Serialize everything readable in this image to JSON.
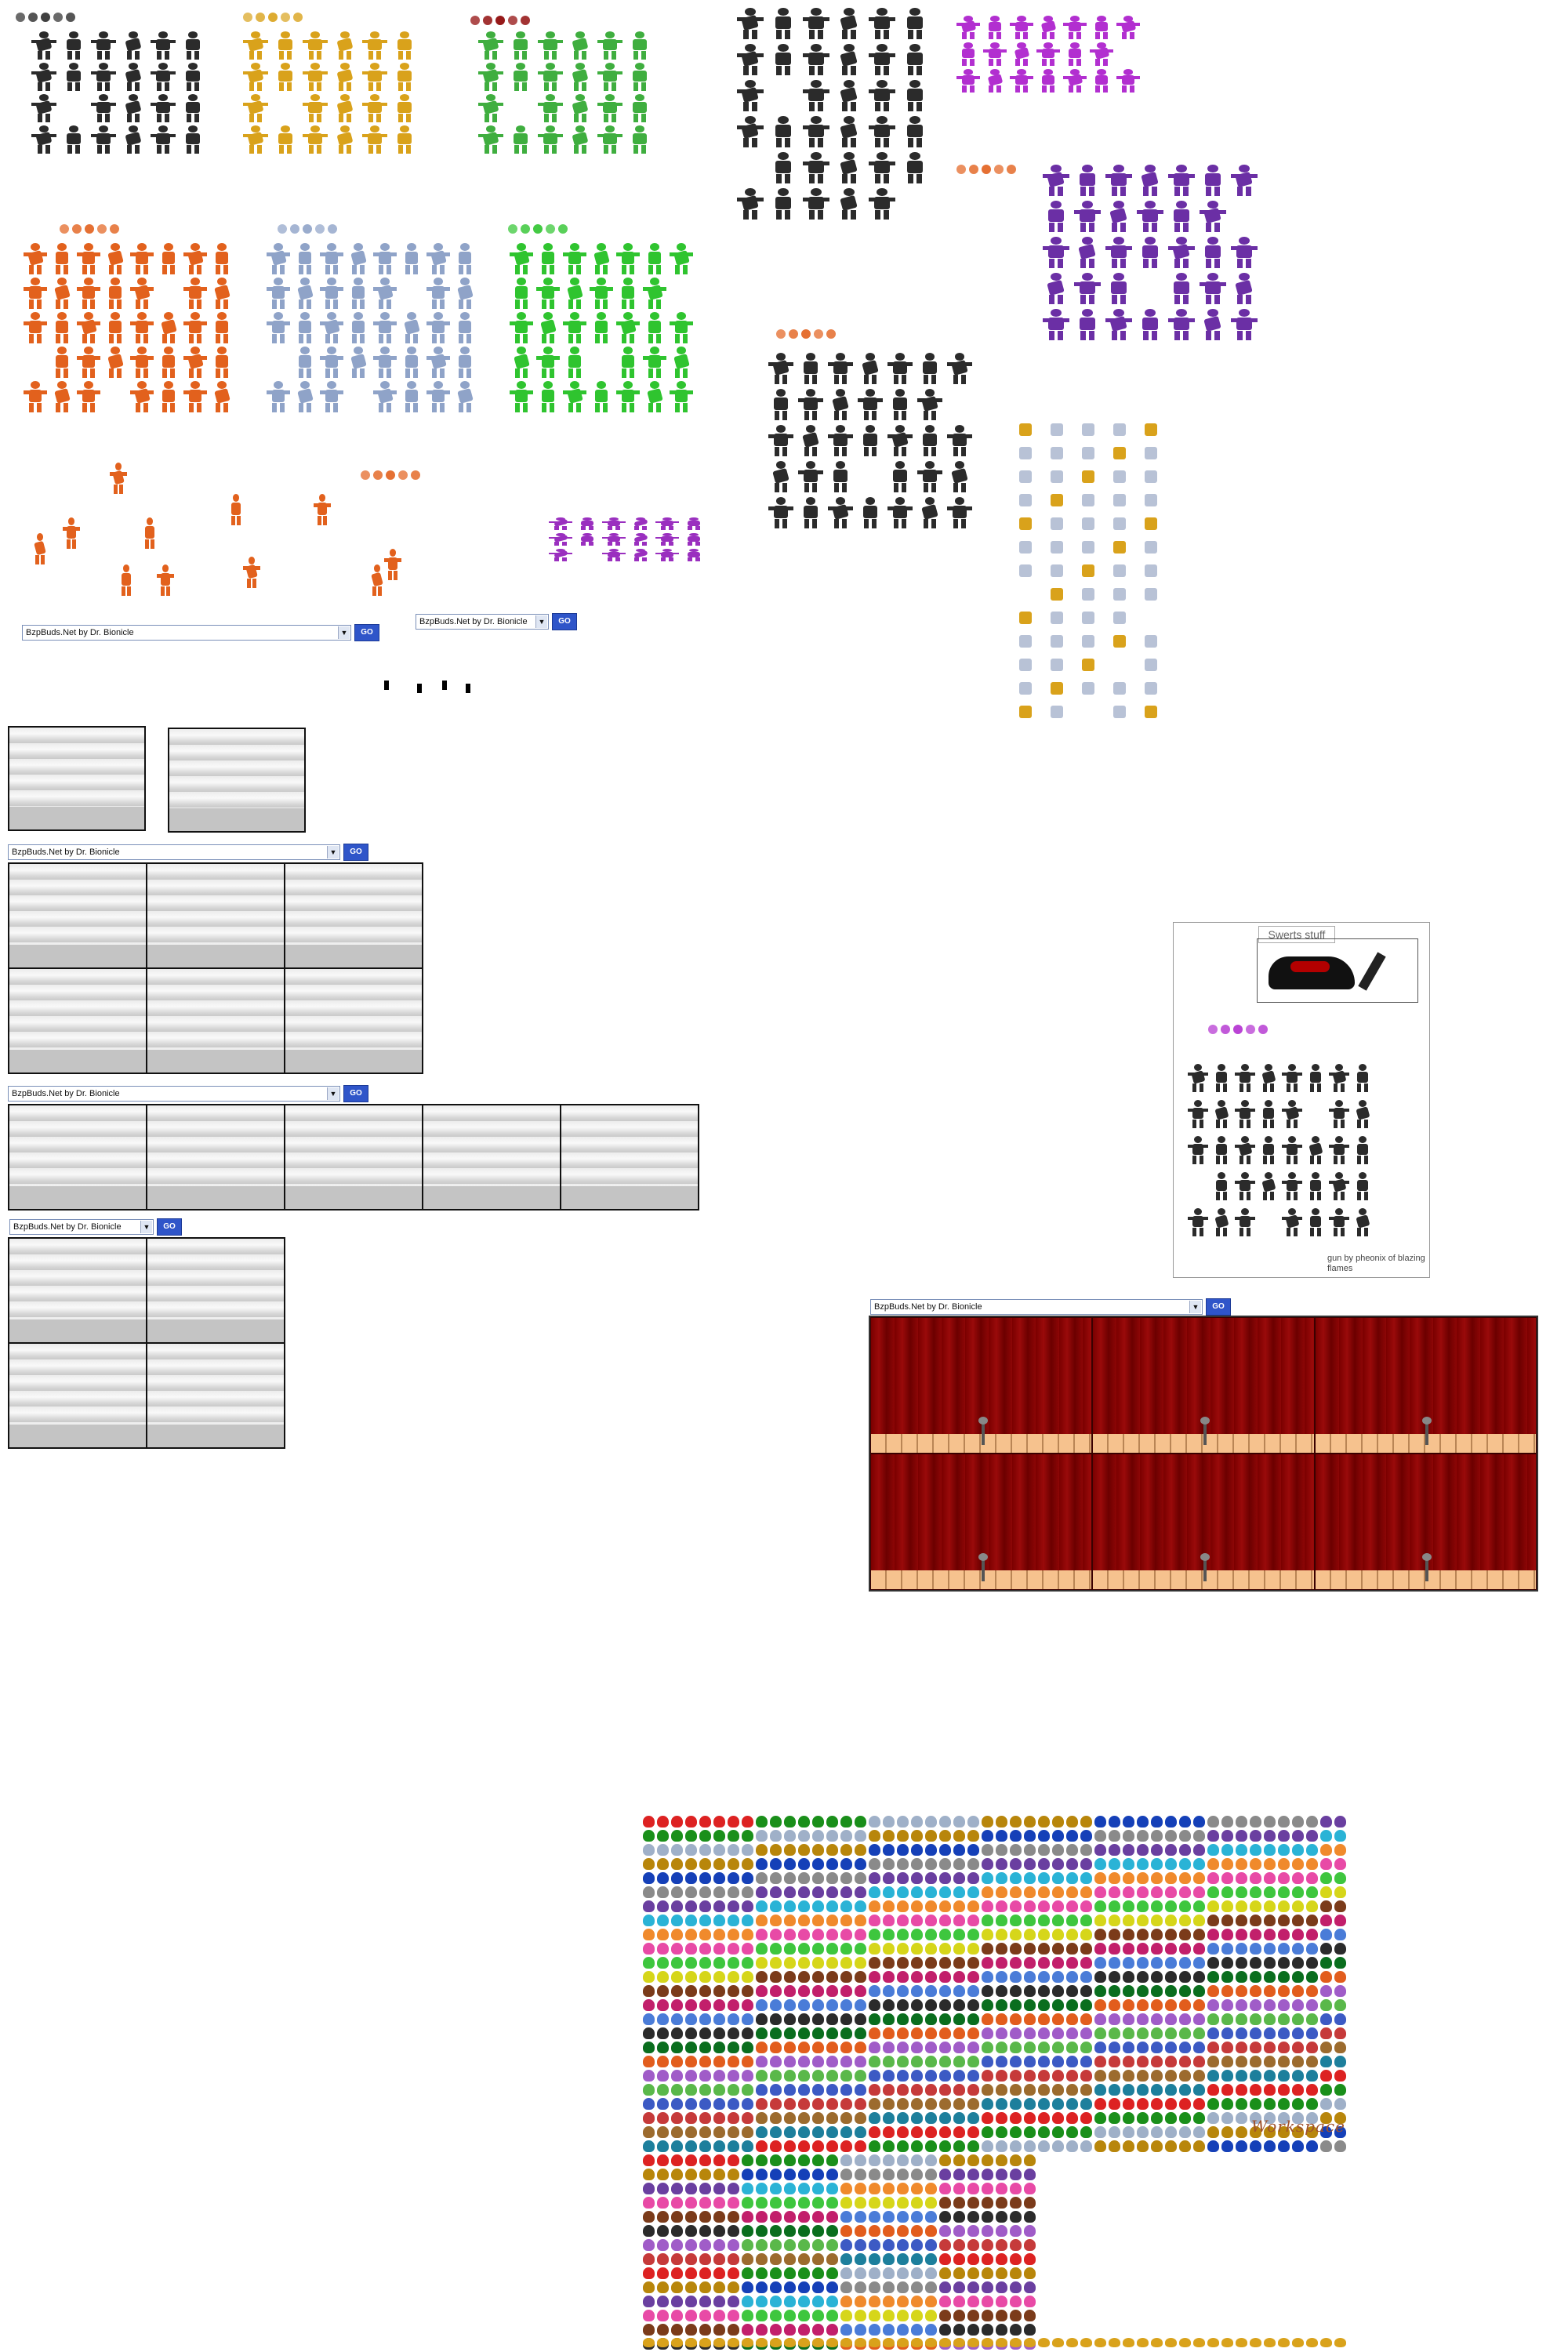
{
  "dropdowns": [
    {
      "id": "dd1",
      "label": "BzpBuds.Net  by Dr. Bionicle",
      "go": "GO"
    },
    {
      "id": "dd2",
      "label": "BzpBuds.Net  by Dr. Bionicle",
      "go": "GO"
    },
    {
      "id": "dd3",
      "label": "BzpBuds.Net  by Dr. Bionicle",
      "go": "GO"
    },
    {
      "id": "dd4",
      "label": "BzpBuds.Net  by Dr. Bionicle",
      "go": "GO"
    },
    {
      "id": "dd5",
      "label": "BzpBuds.Net  by Dr. Bionicle",
      "go": "GO"
    },
    {
      "id": "dd6",
      "label": "BzpBuds.Net  by Dr. Bionicle",
      "go": "GO"
    }
  ],
  "swerts": {
    "title": "Swerts stuff",
    "credit": "gun by pheonix of blazing flames"
  },
  "workspace_label": "Workspace",
  "colors": {
    "black": "#2b2b2b",
    "gold": "#d9a21b",
    "green_red": "#3fae3f",
    "orange": "#e2611d",
    "silver": "#8fa3c8",
    "lime": "#2fc42f",
    "purple": "#9a2fbf",
    "magenta": "#b22fd0",
    "violet": "#6b2fa5",
    "stage_red": "#8b0000"
  }
}
